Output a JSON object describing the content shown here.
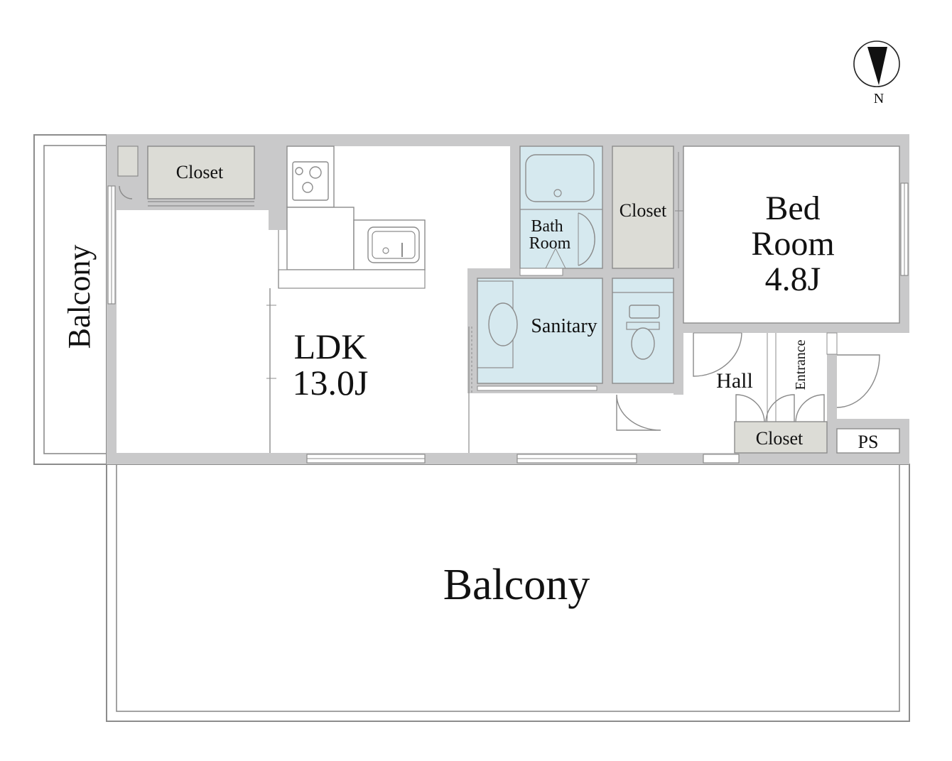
{
  "compass": {
    "label": "N"
  },
  "rooms": {
    "closet_ldk": "Closet",
    "closet_bed": "Closet",
    "closet_entrance": "Closet",
    "bath_line1": "Bath",
    "bath_line2": "Room",
    "sanitary": "Sanitary",
    "bed_line1": "Bed",
    "bed_line2": "Room",
    "bed_size": "4.8J",
    "ldk_name": "LDK",
    "ldk_size": "13.0J",
    "hall": "Hall",
    "entrance": "Entrance",
    "ps": "PS",
    "balcony_side": "Balcony",
    "balcony_main": "Balcony"
  },
  "colors": {
    "wall": "#c9c9ca",
    "wet_area": "#d6e9ef",
    "closet": "#dcdcd6",
    "outline": "#8c8c8c"
  }
}
